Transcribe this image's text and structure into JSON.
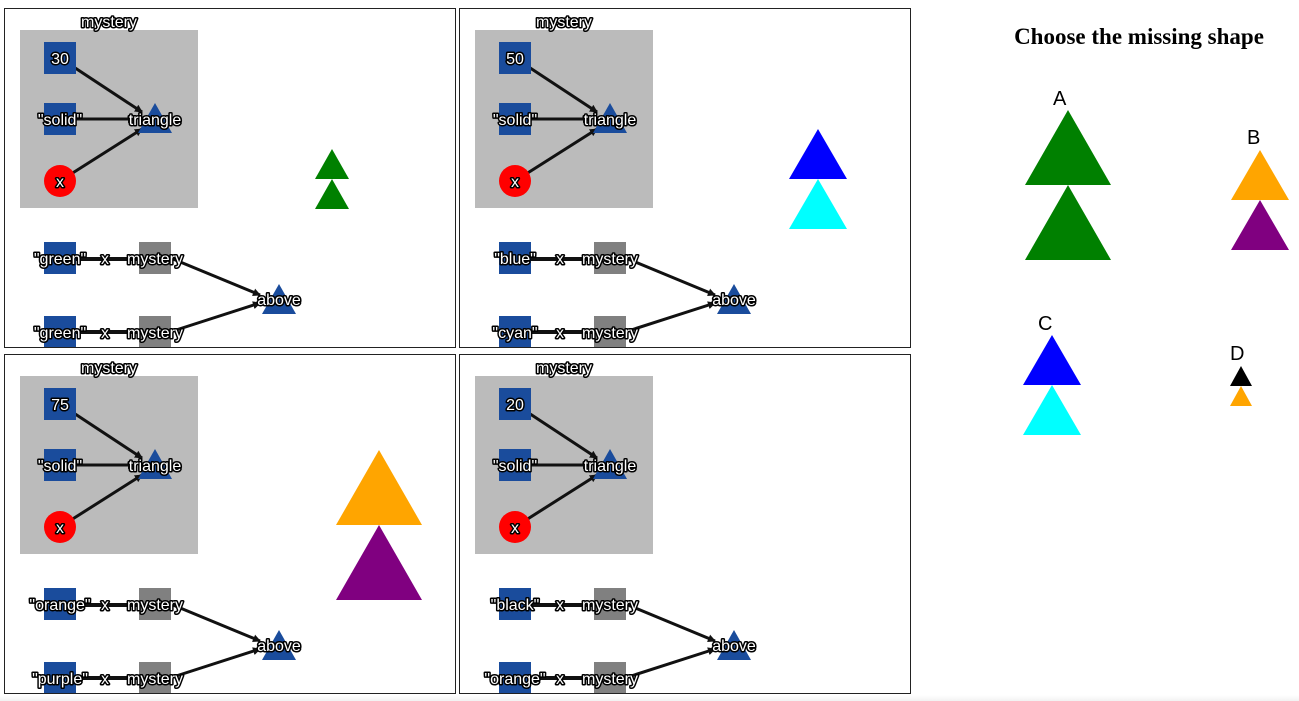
{
  "question": "Choose the missing shape",
  "colors": {
    "panel_border": "#222222",
    "def_box": "#bbbbbb",
    "node_blue": "#1a4c9c",
    "node_gray": "#808080",
    "param_red": "#ff0000"
  },
  "panels": [
    {
      "def_title": "mystery",
      "size": "30",
      "mode": "\"solid\"",
      "func": "triangle",
      "param": "x",
      "row1": {
        "color": "\"green\"",
        "param": "x",
        "call": "mystery"
      },
      "row2": {
        "color": "\"green\"",
        "param": "x",
        "call": "mystery"
      },
      "combiner": "above",
      "result": {
        "top_color": "#008000",
        "bottom_color": "#008000"
      }
    },
    {
      "def_title": "mystery",
      "size": "50",
      "mode": "\"solid\"",
      "func": "triangle",
      "param": "x",
      "row1": {
        "color": "\"blue\"",
        "param": "x",
        "call": "mystery"
      },
      "row2": {
        "color": "\"cyan\"",
        "param": "x",
        "call": "mystery"
      },
      "combiner": "above",
      "result": {
        "top_color": "#0000ff",
        "bottom_color": "#00ffff"
      }
    },
    {
      "def_title": "mystery",
      "size": "75",
      "mode": "\"solid\"",
      "func": "triangle",
      "param": "x",
      "row1": {
        "color": "\"orange\"",
        "param": "x",
        "call": "mystery"
      },
      "row2": {
        "color": "\"purple\"",
        "param": "x",
        "call": "mystery"
      },
      "combiner": "above",
      "result": {
        "top_color": "#ffa500",
        "bottom_color": "#800080"
      }
    },
    {
      "def_title": "mystery",
      "size": "20",
      "mode": "\"solid\"",
      "func": "triangle",
      "param": "x",
      "row1": {
        "color": "\"black\"",
        "param": "x",
        "call": "mystery"
      },
      "row2": {
        "color": "\"orange\"",
        "param": "x",
        "call": "mystery"
      },
      "combiner": "above",
      "result": {
        "top_color": "#000000",
        "bottom_color": "#ffa500"
      }
    }
  ],
  "choices": [
    {
      "letter": "A",
      "top_color": "#008000",
      "bottom_color": "#008000"
    },
    {
      "letter": "B",
      "top_color": "#ffa500",
      "bottom_color": "#800080"
    },
    {
      "letter": "C",
      "top_color": "#0000ff",
      "bottom_color": "#00ffff"
    },
    {
      "letter": "D",
      "top_color": "#000000",
      "bottom_color": "#ffa500"
    }
  ]
}
